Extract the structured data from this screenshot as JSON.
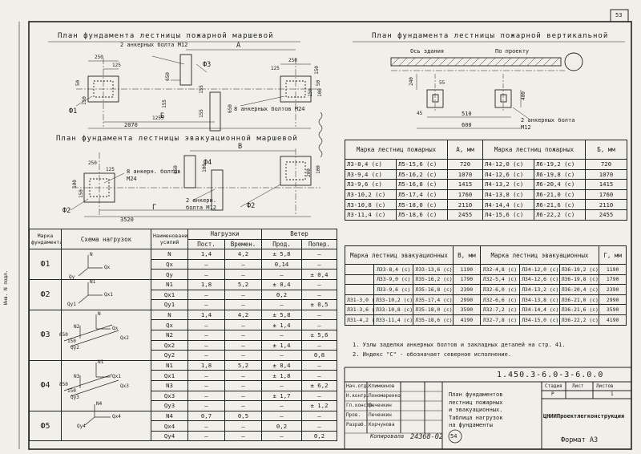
{
  "page_number": "53",
  "left_margin_note": "Инв. N подл.",
  "plan1": {
    "title": "План фундамента лестницы пожарной маршевой",
    "dims": [
      "250",
      "125",
      "50",
      "150",
      "А",
      "650",
      "155",
      "155",
      "650",
      "155",
      "Б",
      "1255",
      "2070",
      "125",
      "150",
      "50",
      "250",
      "100",
      "150"
    ],
    "labels": [
      "2 анкерных болта М12",
      "Ф3",
      "Ф1",
      "8 анкерных болтов М24"
    ]
  },
  "plan2": {
    "title": "План фундамента лестницы пожарной вертикальной",
    "labels": [
      "Ось здания",
      "По проекту",
      "2 анкерных болта М12"
    ],
    "dims": [
      "240",
      "400",
      "45",
      "510",
      "600",
      "55"
    ]
  },
  "plan3": {
    "title": "План фундамента лестницы эвакуационной маршевой",
    "dims": [
      "В",
      "250",
      "125",
      "850",
      "100",
      "150",
      "100",
      "200",
      "100",
      "Г",
      "3520"
    ],
    "labels": [
      "8 анкерн. болтов М24",
      "Ф4",
      "2 анкерн. болта М12",
      "Ф2",
      "Ф2"
    ]
  },
  "fire_table": {
    "headers": [
      "Марка лестниц пожарных",
      "А, мм",
      "Марка лестниц пожарных",
      "Б, мм"
    ],
    "rows": [
      [
        "Л3-8,4 (с)",
        "Л5-15,6 (с)",
        "720",
        "Л4-12,0 (с)",
        "Л6-19,2 (с)",
        "720"
      ],
      [
        "Л3-9,4 (с)",
        "Л5-16,2 (с)",
        "1070",
        "Л4-12,6 (с)",
        "Л6-19,8 (с)",
        "1070"
      ],
      [
        "Л3-9,6 (с)",
        "Л5-16,8 (с)",
        "1415",
        "Л4-13,2 (с)",
        "Л6-20,4 (с)",
        "1415"
      ],
      [
        "Л3-10,2 (с)",
        "Л5-17,4 (с)",
        "1760",
        "Л4-13,8 (с)",
        "Л6-21,0 (с)",
        "1760"
      ],
      [
        "Л3-10,8 (с)",
        "Л5-18,0 (с)",
        "2110",
        "Л4-14,4 (с)",
        "Л6-21,6 (с)",
        "2110"
      ],
      [
        "Л3-11,4 (с)",
        "Л5-18,6 (с)",
        "2455",
        "Л4-15,6 (с)",
        "Л6-22,2 (с)",
        "2455"
      ]
    ]
  },
  "evac_table": {
    "headers": [
      "Марка лестниц эвакуационных",
      "В, мм",
      "Марка лестниц эвакуационных",
      "Г, мм"
    ],
    "rows": [
      [
        "",
        "Л33-8,4 (с)",
        "Л33-13,6 (с)",
        "1190",
        "Л32-4,8 (с)",
        "Л34-12,0 (с)",
        "Л36-19,2 (с)",
        "1190"
      ],
      [
        "",
        "Л33-9,0 (с)",
        "Л35-16,2 (с)",
        "1790",
        "Л32-5,4 (с)",
        "Л34-12,6 (с)",
        "Л36-19,8 (с)",
        "1790"
      ],
      [
        "",
        "Л33-9,6 (с)",
        "Л35-16,8 (с)",
        "2390",
        "Л32-6,0 (с)",
        "Л34-13,2 (с)",
        "Л36-20,4 (с)",
        "2390"
      ],
      [
        "Л31-3,0 (с)",
        "Л33-10,2 (с)",
        "Л35-17,4 (с)",
        "2990",
        "Л32-6,6 (с)",
        "Л34-13,8 (с)",
        "Л36-21,0 (с)",
        "2990"
      ],
      [
        "Л31-3,6 (с)",
        "Л33-10,8 (с)",
        "Л35-18,0 (с)",
        "3590",
        "Л32-7,2 (с)",
        "Л34-14,4 (с)",
        "Л36-21,6 (с)",
        "3590"
      ],
      [
        "Л31-4,2 (с)",
        "Л33-11,4 (с)",
        "Л35-18,6 (с)",
        "4190",
        "Л32-7,8 (с)",
        "Л34-15,0 (с)",
        "Л36-22,2 (с)",
        "4190"
      ]
    ]
  },
  "loads_table": {
    "headers": [
      "Марка фундамента",
      "Схема нагрузок",
      "Наименование усилий",
      "Нагрузки",
      "Ветер",
      "Пост.",
      "Времен.",
      "Прод.",
      "Попер."
    ],
    "groups": [
      {
        "mark": "Ф1",
        "scheme": [
          "N",
          "Qx",
          "Qy"
        ],
        "rows": [
          [
            "N",
            "1,4",
            "4,2",
            "± 5,8",
            "—"
          ],
          [
            "Qx",
            "—",
            "—",
            "0,14",
            "—"
          ],
          [
            "Qy",
            "—",
            "—",
            "—",
            "± 0,4"
          ]
        ]
      },
      {
        "mark": "Ф2",
        "scheme": [
          "N1",
          "Qx1",
          "Qy1"
        ],
        "rows": [
          [
            "N1",
            "1,8",
            "5,2",
            "± 8,4",
            "—"
          ],
          [
            "Qx1",
            "—",
            "—",
            "0,2",
            "—"
          ],
          [
            "Qy1",
            "—",
            "—",
            "—",
            "± 0,5"
          ]
        ]
      },
      {
        "mark": "Ф3",
        "scheme": [
          "N",
          "Qx",
          "N2",
          "Qx2",
          "Qy2",
          "650",
          "150"
        ],
        "rows": [
          [
            "N",
            "1,4",
            "4,2",
            "± 5,8",
            "—"
          ],
          [
            "Qx",
            "—",
            "—",
            "± 1,4",
            "—"
          ],
          [
            "N2",
            "—",
            "—",
            "—",
            "± 5,6"
          ],
          [
            "Qx2",
            "—",
            "—",
            "± 1,4",
            "—"
          ],
          [
            "Qy2",
            "—",
            "—",
            "—",
            "0,8"
          ]
        ]
      },
      {
        "mark": "Ф4",
        "scheme": [
          "N1",
          "Qx1",
          "N3",
          "Qx3",
          "Qy3",
          "850",
          "150"
        ],
        "rows": [
          [
            "N1",
            "1,8",
            "5,2",
            "± 8,4",
            "—"
          ],
          [
            "Qx1",
            "—",
            "—",
            "± 1,8",
            "—"
          ],
          [
            "N3",
            "—",
            "—",
            "—",
            "± 6,2"
          ],
          [
            "Qx3",
            "—",
            "—",
            "± 1,7",
            "—"
          ],
          [
            "Qy3",
            "—",
            "—",
            "—",
            "± 1,2"
          ]
        ]
      },
      {
        "mark": "Ф5",
        "scheme": [
          "N4",
          "Qx4",
          "Qy4"
        ],
        "rows": [
          [
            "N4",
            "0,7",
            "0,5",
            "—",
            "—"
          ],
          [
            "Qx4",
            "—",
            "—",
            "0,2",
            "—"
          ],
          [
            "Qy4",
            "—",
            "—",
            "—",
            "0,2"
          ]
        ]
      }
    ]
  },
  "notes": [
    "1. Узлы заделки анкерных болтов и закладных деталей на стр. 41.",
    "2. Индекс \"С\" - обозначает северное исполнение."
  ],
  "title_block": {
    "code": "1.450.3-6.0-3-6.0.0",
    "description": [
      "План фундаментов",
      "лестниц пожарных",
      "и эвакуационных.",
      "Таблица нагрузок",
      "на фундаменты"
    ],
    "stage_h": "Стадия",
    "sheet_h": "Лист",
    "sheets_h": "Листов",
    "stage": "Р",
    "sheet": "",
    "sheets": "1",
    "org": "ЦНИИПроектлегконструкция",
    "roles": [
      [
        "Нач.отд.",
        "Климкинов"
      ],
      [
        "Н.контр.",
        "Пономаренко"
      ],
      [
        "Гл.констр.",
        "Печенкин"
      ],
      [
        "Пров.",
        "Печенкин"
      ],
      [
        "Разраб.",
        "Корчунова"
      ]
    ],
    "inv": "24368-02",
    "copied": "Копировала",
    "sheet_no": "54",
    "format": "Формат А3"
  }
}
